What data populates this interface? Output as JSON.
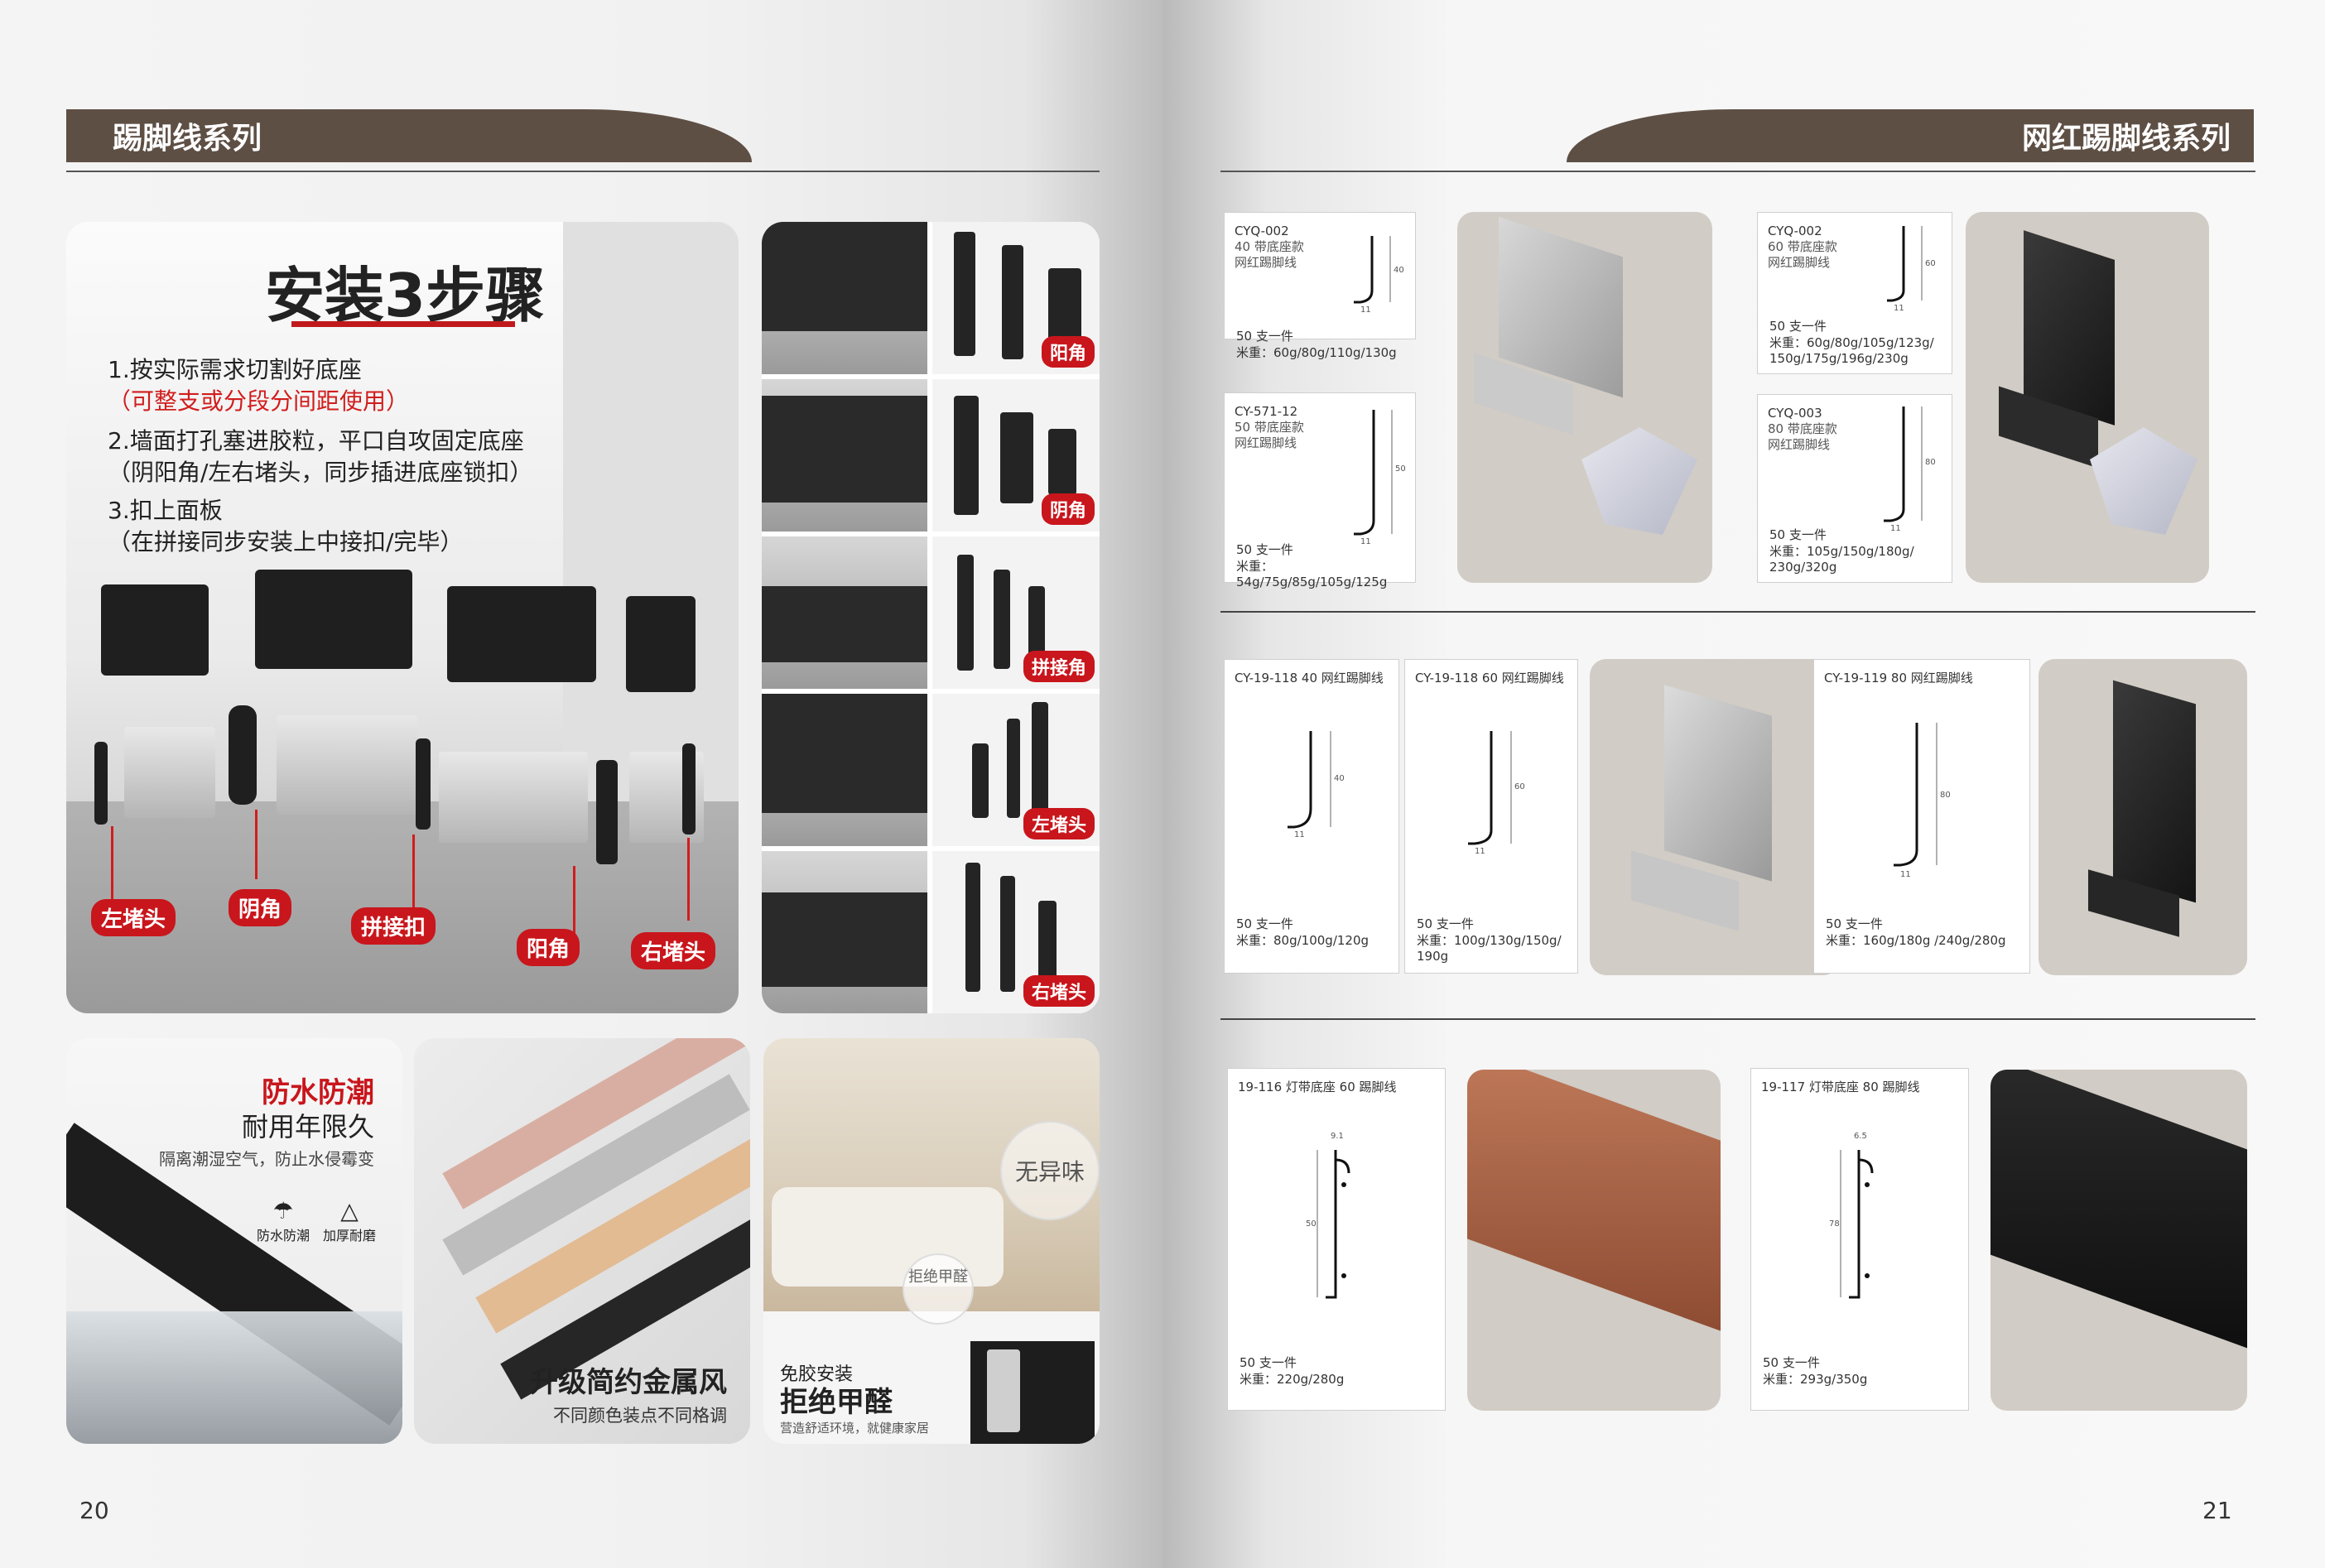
{
  "left_page": {
    "header": "踢脚线系列",
    "page_number": "20",
    "install": {
      "title": "安装3步骤",
      "steps": [
        {
          "line": "1.按实际需求切割好底座",
          "note": "（可整支或分段分间距使用）"
        },
        {
          "line": "2.墙面打孔塞进胶粒，平口自攻固定底座",
          "note": "（阴阳角/左右堵头，同步插进底座锁扣）"
        },
        {
          "line": "3.扣上面板",
          "note": "（在拼接同步安装上中接扣/完毕）"
        }
      ],
      "tags": [
        "左堵头",
        "阴角",
        "拼接扣",
        "阳角",
        "右堵头"
      ]
    },
    "grid_tags": [
      "阳角",
      "阴角",
      "拼接角",
      "左堵头",
      "右堵头"
    ],
    "waterproof": {
      "title": "防水防潮",
      "title2": "耐用年限久",
      "sub": "隔离潮湿空气，防止水侵霉变",
      "icons": [
        "防水防潮",
        "加厚耐磨"
      ]
    },
    "metal": {
      "title": "升级简约金属风",
      "sub": "不同颜色装点不同格调"
    },
    "no_smell": {
      "bubble": "无异味",
      "bubble2": "拒绝甲醛",
      "small": "免胶安装",
      "title": "拒绝甲醛",
      "sub": "营造舒适环境，就健康家居"
    }
  },
  "right_page": {
    "header": "网红踢脚线系列",
    "page_number": "21",
    "row1": [
      {
        "code": "CYQ-002",
        "sub": "40 带底座款\n网红踢脚线",
        "pcs": "50 支一件",
        "weight": "米重：60g/80g/110g/130g",
        "h": "40",
        "w": "11"
      },
      {
        "code": "CY-571-12",
        "sub": "50 带底座款\n网红踢脚线",
        "pcs": "50 支一件",
        "weight": "米重：54g/75g/85g/105g/125g",
        "h": "50",
        "w": "11"
      },
      {
        "code": "CYQ-002",
        "sub": "60 带底座款\n网红踢脚线",
        "pcs": "50 支一件",
        "weight": "米重：60g/80g/105g/123g/\n150g/175g/196g/230g",
        "h": "60",
        "w": "11"
      },
      {
        "code": "CYQ-003",
        "sub": "80 带底座款\n网红踢脚线",
        "pcs": "50 支一件",
        "weight": "米重：105g/150g/180g/\n230g/320g",
        "h": "80",
        "w": "11"
      }
    ],
    "row2": [
      {
        "code": "CY-19-118  40 网红踢脚线",
        "pcs": "50 支一件",
        "weight": "米重：80g/100g/120g",
        "h": "40",
        "w": "11"
      },
      {
        "code": "CY-19-118  60 网红踢脚线",
        "pcs": "50 支一件",
        "weight": "米重：100g/130g/150g/\n190g",
        "h": "60",
        "w": "11"
      },
      {
        "code": "CY-19-119  80 网红踢脚线",
        "pcs": "50 支一件",
        "weight": "米重：160g/180g /240g/280g",
        "h": "80",
        "w": "11"
      }
    ],
    "row3": [
      {
        "code": "19-116 灯带底座 60 踢脚线",
        "pcs": "50 支一件",
        "weight": "米重：220g/280g",
        "h": "50",
        "w": "9.1"
      },
      {
        "code": "19-117 灯带底座 80 踢脚线",
        "pcs": "50 支一件",
        "weight": "米重：293g/350g",
        "h": "78",
        "w": "6.5"
      }
    ]
  },
  "colors": {
    "header_bar": "#5e4f45",
    "accent_red": "#c8161c",
    "photo_bg": "#d1ccc5"
  }
}
